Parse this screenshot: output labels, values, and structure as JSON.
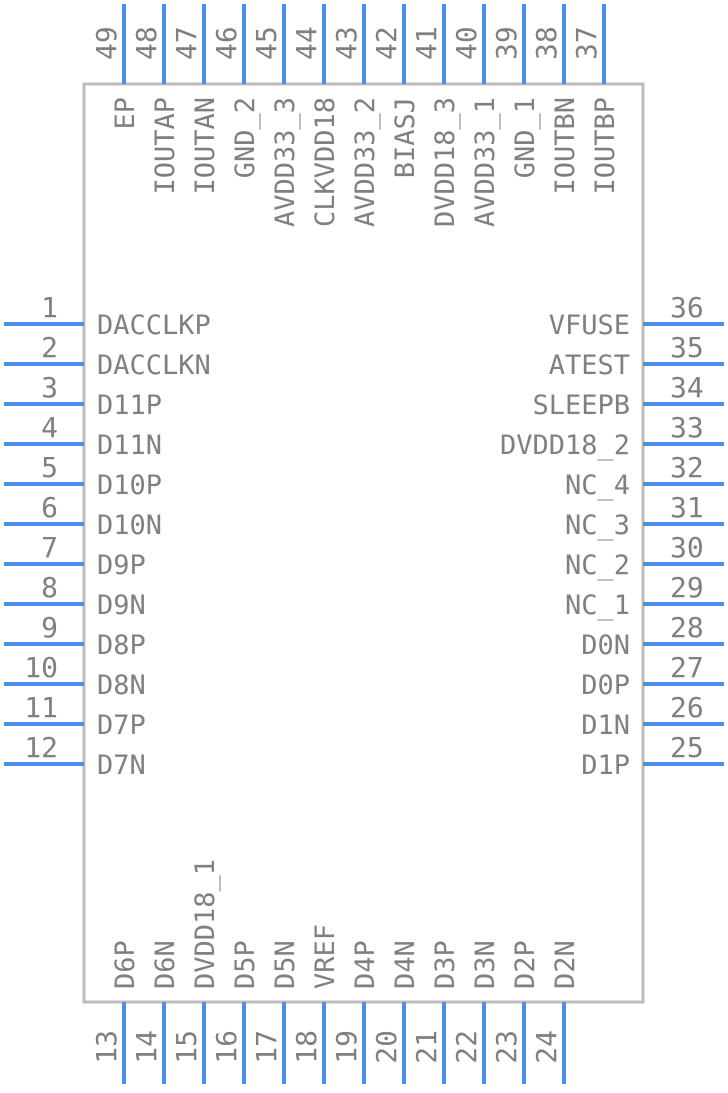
{
  "colors": {
    "body_stroke": "#bcbcbc",
    "pin_line": "#4a8ef0",
    "text": "#808080",
    "background": "#ffffff"
  },
  "left_pins": [
    {
      "number": "1",
      "name": "DACCLKP"
    },
    {
      "number": "2",
      "name": "DACCLKN"
    },
    {
      "number": "3",
      "name": "D11P"
    },
    {
      "number": "4",
      "name": "D11N"
    },
    {
      "number": "5",
      "name": "D10P"
    },
    {
      "number": "6",
      "name": "D10N"
    },
    {
      "number": "7",
      "name": "D9P"
    },
    {
      "number": "8",
      "name": "D9N"
    },
    {
      "number": "9",
      "name": "D8P"
    },
    {
      "number": "10",
      "name": "D8N"
    },
    {
      "number": "11",
      "name": "D7P"
    },
    {
      "number": "12",
      "name": "D7N"
    }
  ],
  "right_pins": [
    {
      "number": "36",
      "name": "VFUSE"
    },
    {
      "number": "35",
      "name": "ATEST"
    },
    {
      "number": "34",
      "name": "SLEEPB"
    },
    {
      "number": "33",
      "name": "DVDD18_2"
    },
    {
      "number": "32",
      "name": "NC_4"
    },
    {
      "number": "31",
      "name": "NC_3"
    },
    {
      "number": "30",
      "name": "NC_2"
    },
    {
      "number": "29",
      "name": "NC_1"
    },
    {
      "number": "28",
      "name": "D0N"
    },
    {
      "number": "27",
      "name": "D0P"
    },
    {
      "number": "26",
      "name": "D1N"
    },
    {
      "number": "25",
      "name": "D1P"
    }
  ],
  "top_pins": [
    {
      "number": "49",
      "name": "EP"
    },
    {
      "number": "48",
      "name": "IOUTAP"
    },
    {
      "number": "47",
      "name": "IOUTAN"
    },
    {
      "number": "46",
      "name": "GND_2"
    },
    {
      "number": "45",
      "name": "AVDD33_3"
    },
    {
      "number": "44",
      "name": "CLKVDD18"
    },
    {
      "number": "43",
      "name": "AVDD33_2"
    },
    {
      "number": "42",
      "name": "BIASJ"
    },
    {
      "number": "41",
      "name": "DVDD18_3"
    },
    {
      "number": "40",
      "name": "AVDD33_1"
    },
    {
      "number": "39",
      "name": "GND_1"
    },
    {
      "number": "38",
      "name": "IOUTBN"
    },
    {
      "number": "37",
      "name": "IOUTBP"
    }
  ],
  "bottom_pins": [
    {
      "number": "13",
      "name": "D6P"
    },
    {
      "number": "14",
      "name": "D6N"
    },
    {
      "number": "15",
      "name": "DVDD18_1"
    },
    {
      "number": "16",
      "name": "D5P"
    },
    {
      "number": "17",
      "name": "D5N"
    },
    {
      "number": "18",
      "name": "VREF"
    },
    {
      "number": "19",
      "name": "D4P"
    },
    {
      "number": "20",
      "name": "D4N"
    },
    {
      "number": "21",
      "name": "D3P"
    },
    {
      "number": "22",
      "name": "D3N"
    },
    {
      "number": "23",
      "name": "D2P"
    },
    {
      "number": "24",
      "name": "D2N"
    }
  ]
}
